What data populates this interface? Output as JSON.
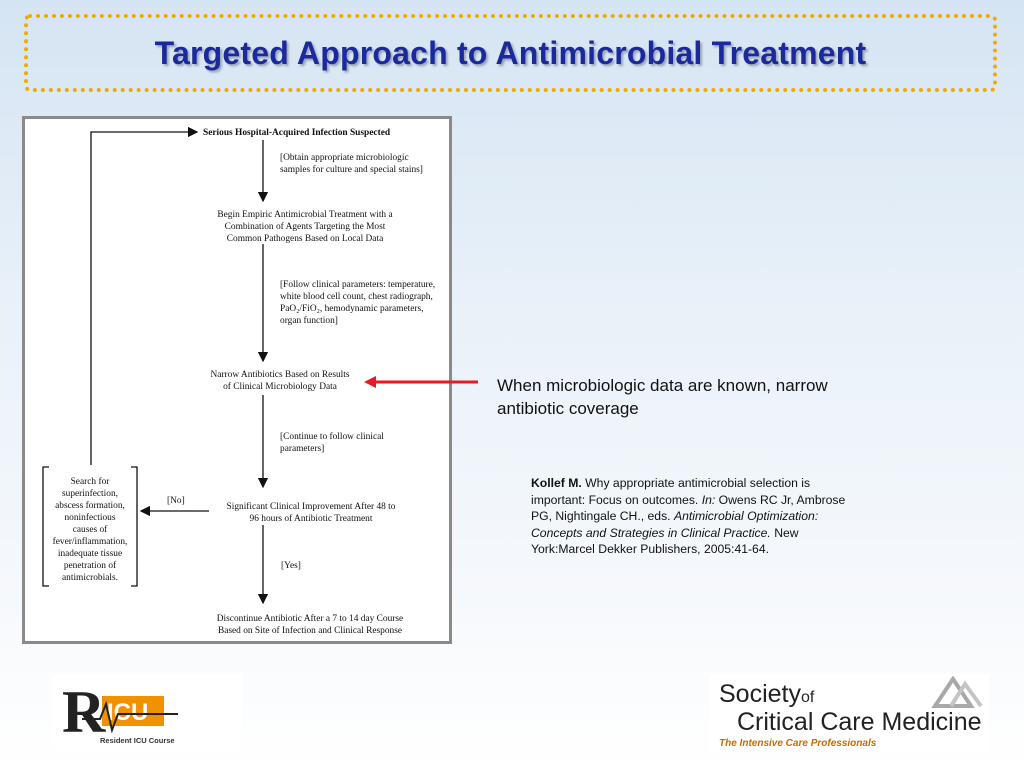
{
  "slide": {
    "title": "Targeted Approach to Antimicrobial Treatment"
  },
  "flowchart": {
    "nodes": {
      "start": "Serious Hospital-Acquired Infection Suspected",
      "step1_note": [
        "[Obtain appropriate microbiologic",
        "samples for culture and special stains]"
      ],
      "empiric": [
        "Begin Empiric Antimicrobial Treatment with a",
        "Combination of Agents Targeting the Most",
        "Common Pathogens Based on Local Data"
      ],
      "step2_note": [
        "[Follow clinical parameters: temperature,",
        "white blood cell count, chest radiograph,",
        "PaO₂/FiO₂, hemodynamic parameters,",
        "organ function]"
      ],
      "narrow": [
        "Narrow Antibiotics Based on Results",
        "of Clinical Microbiology Data"
      ],
      "step3_note": [
        "[Continue to follow clinical",
        "parameters]"
      ],
      "decision": [
        "Significant Clinical Improvement After 48 to",
        "96 hours of Antibiotic Treatment"
      ],
      "no_label": "[No]",
      "yes_label": "[Yes]",
      "search": [
        "Search for",
        "superinfection,",
        "abscess formation,",
        "noninfectious",
        "causes of",
        "fever/inflammation,",
        "inadequate tissue",
        "penetration of",
        "antimicrobials."
      ],
      "discontinue": [
        "Discontinue Antibiotic After a 7 to 14 day Course",
        "Based on Site of Infection and Clinical Response"
      ]
    }
  },
  "annotation": {
    "text": "When microbiologic data are known, narrow antibiotic coverage",
    "arrow_color": "#e31b23"
  },
  "citation": {
    "author": "Kollef M.",
    "title": " Why appropriate antimicrobial selection is important: Focus on outcomes. ",
    "in_label": "In:",
    "editors": " Owens RC Jr, Ambrose PG, Nightingale CH., eds. ",
    "book": "Antimicrobial Optimization: Concepts and Strategies in Clinical Practice.",
    "publisher": " New York:Marcel Dekker Publishers, 2005:41-64."
  },
  "logos": {
    "ricu": {
      "mark": "ICU",
      "subtitle": "Resident ICU Course"
    },
    "sccm": {
      "line1": "Society",
      "line1_small": "of",
      "line2": "Critical Care Medicine",
      "tagline": "The Intensive Care Professionals"
    }
  },
  "colors": {
    "title": "#1a2a9c",
    "title_border": "#f2a900",
    "ricu_orange": "#f29100",
    "sccm_orange": "#c86b00"
  }
}
